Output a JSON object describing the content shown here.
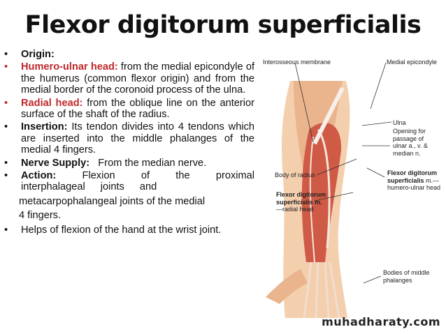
{
  "title": "Flexor digitorum superficialis",
  "bullets": [
    {
      "label": "Origin:",
      "text": ""
    },
    {
      "label": "Humero-ulnar head:",
      "text": " from the medial epicondyle of the humerus (common flexor origin) and from the medial border of the  coronoid process of the ulna."
    },
    {
      "label": "Radial head:",
      "text": " from the oblique line on the anterior surface of the shaft of the radius."
    },
    {
      "label": "Insertion:",
      "text": " Its tendon divides into 4 tendons which are inserted into the middle phalanges of the medial 4 fingers."
    },
    {
      "label": "Nerve Supply:",
      "text": "   From the median nerve."
    },
    {
      "label": "Action:",
      "text": "      Flexion of the proximal interphalageal  joints and"
    },
    {
      "text": "metacarpophalangeal joints of the medial"
    },
    {
      "text": " 4 fingers."
    },
    {
      "text": "Helps of flexion of the hand at the wrist joint."
    }
  ],
  "figure": {
    "interosseous": "Interosseous membrane",
    "medial_epicondyle": "Medial epicondyle",
    "ulna": "Ulna",
    "opening": "Opening for passage of ulnar a., v. & median n.",
    "body_radius": "Body of radius",
    "fds_humero_bold": "Flexor digitorum superficialis",
    "fds_humero_rest": "m.—humero-ulnar head",
    "fds_radial_bold": "Flexor digitorum superficialis m.",
    "fds_radial_rest": "—radial head",
    "bodies": "Bodies of middle phalanges"
  },
  "watermark": "muhadharaty.com",
  "colors": {
    "accent_red": "#c0282d"
  }
}
